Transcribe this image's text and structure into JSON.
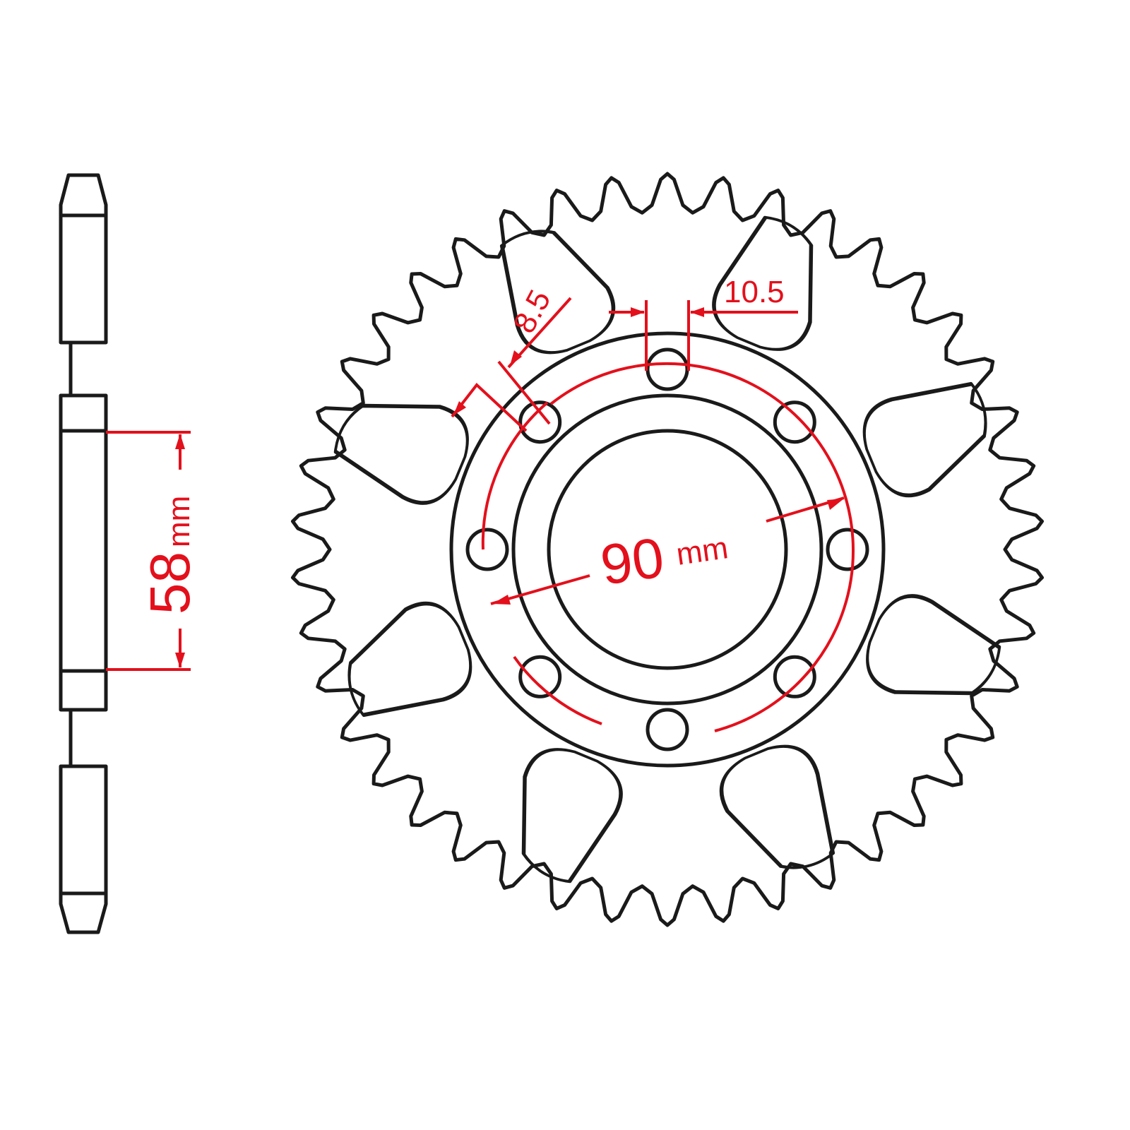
{
  "colors": {
    "line": "#1a1a1a",
    "dimension": "#e3101c",
    "background": "#ffffff"
  },
  "dimensions": {
    "bore": {
      "value": "58",
      "unit": "mm"
    },
    "pcd": {
      "value": "90",
      "unit": "mm"
    },
    "bolt_hole": {
      "value": "8.5"
    },
    "hole_width": {
      "value": "10.5"
    }
  }
}
